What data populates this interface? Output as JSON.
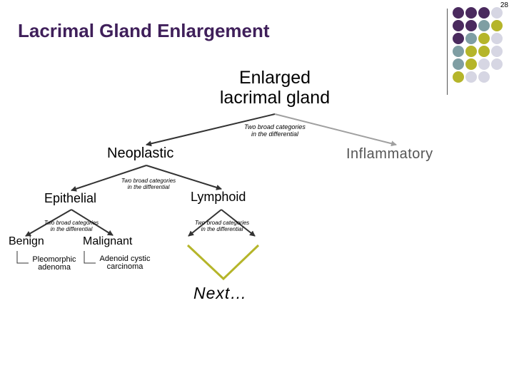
{
  "page_number": "28",
  "title": "Lacrimal Gland Enlargement",
  "root": {
    "line1": "Enlarged",
    "line2": "lacrimal gland"
  },
  "level1_note": {
    "line1": "Two broad categories",
    "line2": "in the differential"
  },
  "neoplastic": "Neoplastic",
  "inflammatory": "Inflammatory",
  "neoplastic_note": {
    "line1": "Two broad categories",
    "line2": "in the differential"
  },
  "epithelial": "Epithelial",
  "lymphoid": "Lymphoid",
  "epithelial_note": {
    "line1": "Two broad categories",
    "line2": "in the differential"
  },
  "lymphoid_note": {
    "line1": "Two broad categories",
    "line2": "in the differential"
  },
  "benign": "Benign",
  "malignant": "Malignant",
  "pleomorphic": {
    "line1": "Pleomorphic",
    "line2": "adenoma"
  },
  "adenoid": {
    "line1": "Adenoid cystic",
    "line2": "carcinoma"
  },
  "next": "Next…",
  "colors": {
    "purple": "#4a2a5e",
    "teal": "#7f9ea3",
    "olive": "#b5b52a",
    "lavender": "#d6d6e3",
    "title": "#3f1f5a",
    "grey_arrow": "#a0a0a0"
  }
}
